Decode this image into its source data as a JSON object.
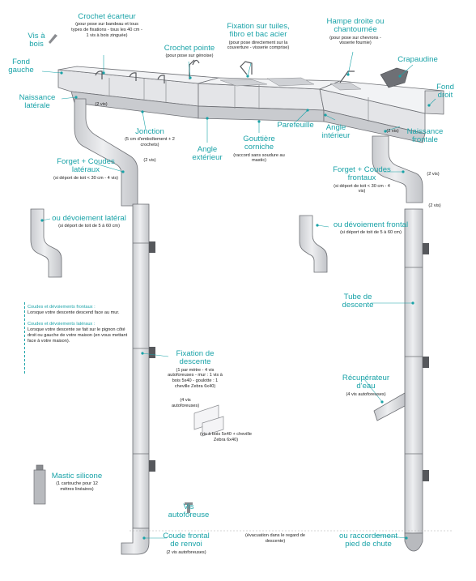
{
  "labels": {
    "vis_a_bois": {
      "title": "Vis à bois"
    },
    "crochet_ecarteur": {
      "title": "Crochet écarteur",
      "sub": "(pour pose sur bandeau et tous types de fixations - tous les 40 cm - 1 vis à bois zinguée)"
    },
    "crochet_pointe": {
      "title": "Crochet pointe",
      "sub": "(pour pose sur génoise)"
    },
    "fixation_tuiles": {
      "title": "Fixation sur tuiles, fibro et bac acier",
      "sub": "(pour pose directement sur la couverture - visserie comprise)"
    },
    "hampe": {
      "title": "Hampe droite ou chantournée",
      "sub": "(pour pose sur chevrons - visserie fournie)"
    },
    "crapaudine": {
      "title": "Crapaudine"
    },
    "fond_gauche": {
      "title": "Fond gauche"
    },
    "fond_droit": {
      "title": "Fond droit"
    },
    "naissance_laterale": {
      "title": "Naissance latérale"
    },
    "jonction": {
      "title": "Jonction",
      "sub": "(5 cm d'emboîtement + 2 crochets)"
    },
    "angle_exterieur": {
      "title": "Angle extérieur"
    },
    "gouttiere": {
      "title": "Gouttière corniche",
      "sub": "(raccord sans soudure au mastic)"
    },
    "parefeuille": {
      "title": "Parefeuille"
    },
    "angle_interieur": {
      "title": "Angle intérieur"
    },
    "naissance_frontale": {
      "title": "Naissance frontale"
    },
    "forget_g": {
      "title": "Forget + Coudes latéraux",
      "sub": "(si déport de toit < 30 cm - 4 vis)"
    },
    "forget_d": {
      "title": "Forget + Coudes frontaux",
      "sub": "(si déport de toit < 30 cm - 4 vis)"
    },
    "devoiement_lateral": {
      "title": "ou dévoiement latéral",
      "sub": "(si déport de toit de 5 à 60 cm)"
    },
    "devoiement_frontal": {
      "title": "ou dévoiement frontal",
      "sub": "(si déport de toit de 5 à 60 cm)"
    },
    "tube": {
      "title": "Tube de descente"
    },
    "fixation_descente": {
      "title": "Fixation de descente",
      "sub": "(1 par mètre - 4 vis autoforeuses - mur : 1 vis à bois 5x40 - goulotte : 1 cheville Zebra 6x40)"
    },
    "recuperateur": {
      "title": "Récupérateur d'eau",
      "sub": "(4 vis autoforeuses)"
    },
    "mastic": {
      "title": "Mastic silicone",
      "sub": "(1 cartouche pour 12 mètres linéaires)"
    },
    "vis_autoforeuse": {
      "title": "Vis autoforeuse"
    },
    "coude_renvoi": {
      "title": "Coude frontal de renvoi",
      "sub": "(2 vis autoforeuses)"
    },
    "evacuation": {
      "title": "(évacuation dans le regard de descente)"
    },
    "raccordement": {
      "title": "ou raccordement pied de chute"
    }
  },
  "small": {
    "vis2": "(2 vis)",
    "vis4_auto": "(4 vis autoforeuses)",
    "vis_bois": "(vis à bois 5x40 + cheville Zebra 6x40)"
  },
  "note": {
    "frontaux_title": "Coudes et dévoiements frontaux :",
    "frontaux_text": "Lorsque votre descente descend face au mur.",
    "lateraux_title": "Coudes et dévoiements latéraux :",
    "lateraux_text": "Lorsque votre descente se fait sur le pignon côté droit ou gauche de votre maison (en vous mettant face à votre maison)."
  },
  "colors": {
    "accent": "#1aa3a8",
    "metal": "#dcdde0",
    "metal_dark": "#b8babe",
    "line": "#6e7075",
    "bracket": "#56585c"
  }
}
